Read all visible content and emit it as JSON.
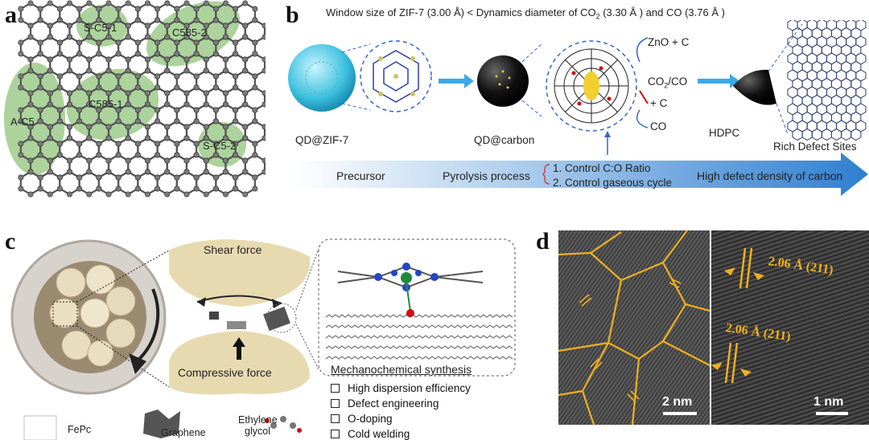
{
  "panels": {
    "a": {
      "letter": "a",
      "defects": [
        "S-C5-1",
        "C585-2",
        "C585-1",
        "A-C5",
        "S-C5-2"
      ]
    },
    "b": {
      "letter": "b",
      "header_prefix": "Window size of ZIF-7 (3.00 Å) < Dynamics diameter of CO",
      "header_sub": "2",
      "header_suffix": " (3.30 Å ) and CO (3.76 Å )",
      "zno_c": "ZnO + C",
      "co2_co": "CO",
      "co2_co_sub": "2",
      "co2_co_tail": "/CO",
      "plus_c": "+ C",
      "co": "CO",
      "qd_zif": "QD@ZIF-7",
      "qd_carbon": "QD@carbon",
      "hdpc": "HDPC",
      "rich_defect": "Rich Defect Sites",
      "precursor": "Precursor",
      "pyrolysis": "Pyrolysis process",
      "control1": "1. Control C:O Ratio",
      "control2": "2. Control gaseous cycle",
      "high_defect": "High defect density of carbon"
    },
    "c": {
      "letter": "c",
      "shear": "Shear force",
      "compressive": "Compressive force",
      "mech_title": "Mechanochemical synthesis",
      "items": [
        "High dispersion efficiency",
        "Defect engineering",
        "O-doping",
        "Cold welding"
      ],
      "legend_fepc": "FePc",
      "legend_graphene": "Graphene",
      "legend_eg": "Ethylene glycol"
    },
    "d": {
      "letter": "d",
      "d1": "2.06 Å (211)",
      "d2": "2.06 Å (211)",
      "scale1": "2 nm",
      "scale2": "1 nm"
    }
  },
  "colors": {
    "defect_fill": "#8fc47a",
    "red": "#e02020",
    "blue": "#2f6fd6",
    "orange": "#f0b020"
  }
}
